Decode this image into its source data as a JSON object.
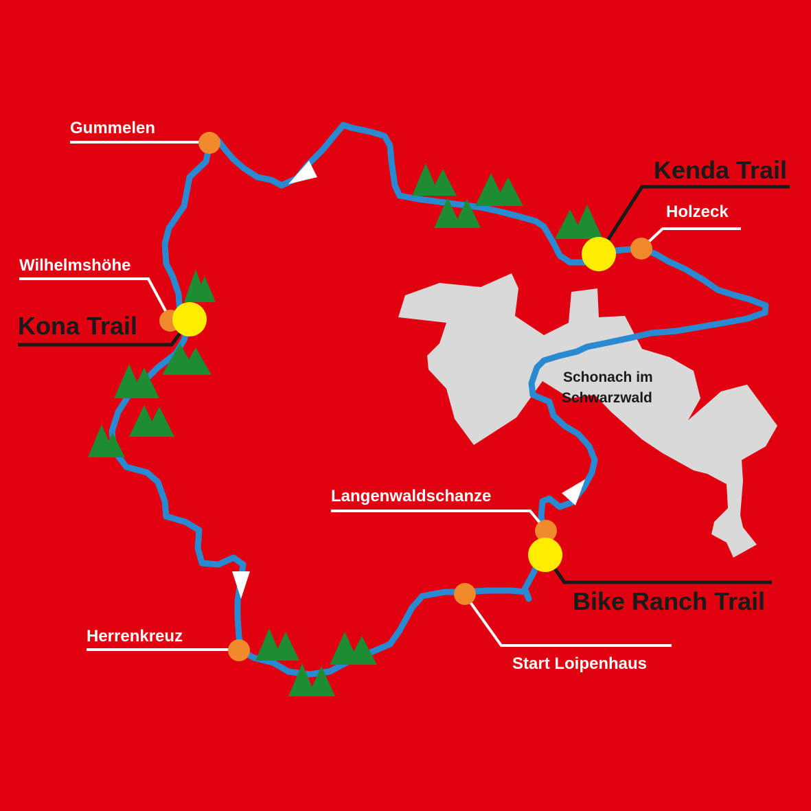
{
  "colors": {
    "background": "#e0000f",
    "route": "#2a8ad1",
    "town_area": "#d9d9d9",
    "poi_marker": "#f08a2c",
    "trail_marker": "#ffec00",
    "forest": "#1e8c32",
    "direction_arrow": "#ffffff"
  },
  "town": {
    "name_line1": "Schonach im",
    "name_line2": "Schwarzwald"
  },
  "points_of_interest": [
    {
      "name": "Gummelen"
    },
    {
      "name": "Holzeck"
    },
    {
      "name": "Wilhelmshöhe"
    },
    {
      "name": "Langenwaldschanze"
    },
    {
      "name": "Herrenkreuz"
    },
    {
      "name": "Start Loipenhaus"
    }
  ],
  "trails": [
    {
      "name": "Kenda Trail"
    },
    {
      "name": "Kona Trail"
    },
    {
      "name": "Bike Ranch Trail"
    }
  ],
  "icons": [
    "tree-cluster-icon",
    "direction-arrow-icon",
    "poi-marker-icon",
    "trail-marker-icon"
  ]
}
